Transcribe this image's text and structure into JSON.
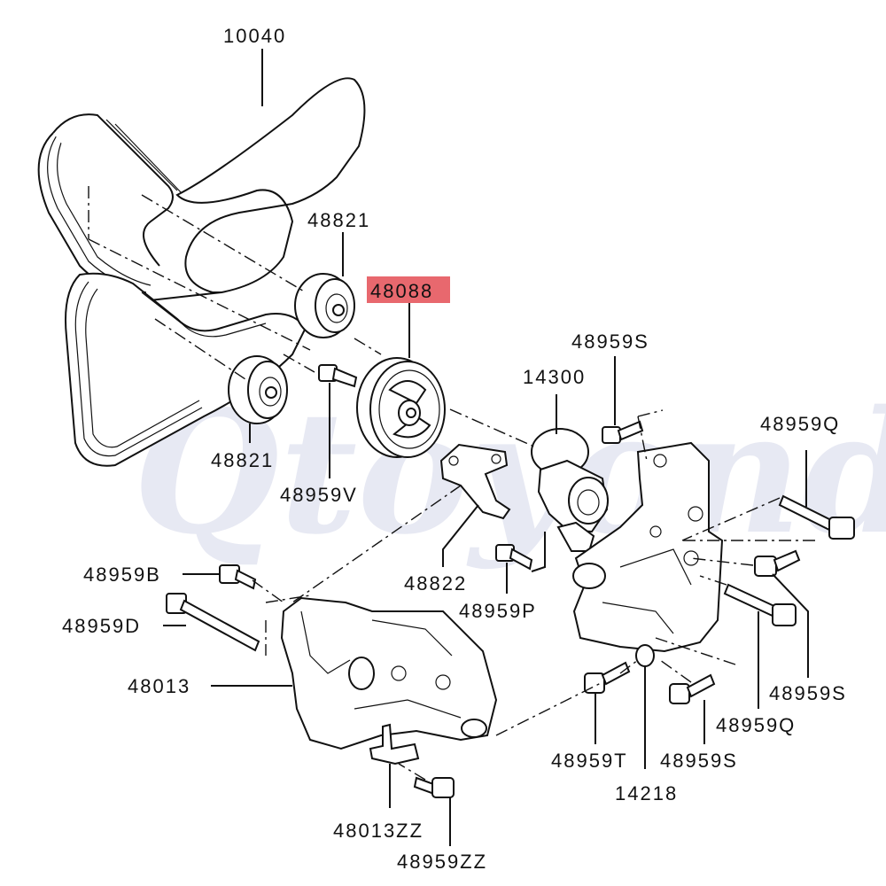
{
  "highlight_color": "#e8686e",
  "watermark": "Qtoyond",
  "labels": {
    "p10040": "10040",
    "p48821_top": "48821",
    "p48088": "48088",
    "p48959S_top": "48959S",
    "p14300": "14300",
    "p48959Q_right": "48959Q",
    "p48821_bottom": "48821",
    "p48959V": "48959V",
    "p48822": "48822",
    "p48959P": "48959P",
    "p48959B": "48959B",
    "p48959D": "48959D",
    "p48013": "48013",
    "p48959S_right": "48959S",
    "p48959Q_bottom": "48959Q",
    "p48959T": "48959T",
    "p48959S_bottom": "48959S",
    "p14218": "14218",
    "p48013ZZ": "48013ZZ",
    "p48959ZZ": "48959ZZ"
  }
}
